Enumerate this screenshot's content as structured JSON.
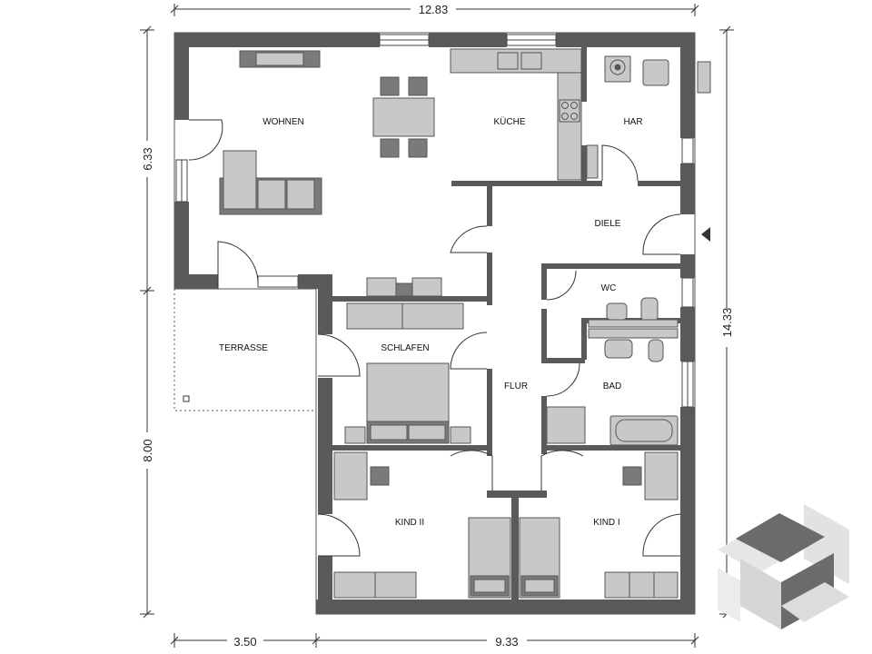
{
  "dimensions": {
    "top_width": "12.83",
    "right_height": "14.33",
    "left_upper": "6.33",
    "left_lower": "8.00",
    "bottom_left": "3.50",
    "bottom_right": "9.33"
  },
  "rooms": {
    "wohnen": "WOHNEN",
    "kueche": "KÜCHE",
    "har": "HAR",
    "diele": "DIELE",
    "wc": "WC",
    "bad": "BAD",
    "flur": "FLUR",
    "schlafen": "SCHLAFEN",
    "terrasse": "TERRASSE",
    "kind_ii": "KIND II",
    "kind_i": "KIND I"
  },
  "colors": {
    "wall": "#5a5a5a",
    "furniture": "#c8c8c8",
    "furniture_dark": "#7a7a7a",
    "logo_dark": "#6b6b6b",
    "logo_light": "#d9d9d9"
  },
  "icons": {
    "logo": "cube-logo-icon",
    "entrance": "entrance-arrow-icon"
  }
}
